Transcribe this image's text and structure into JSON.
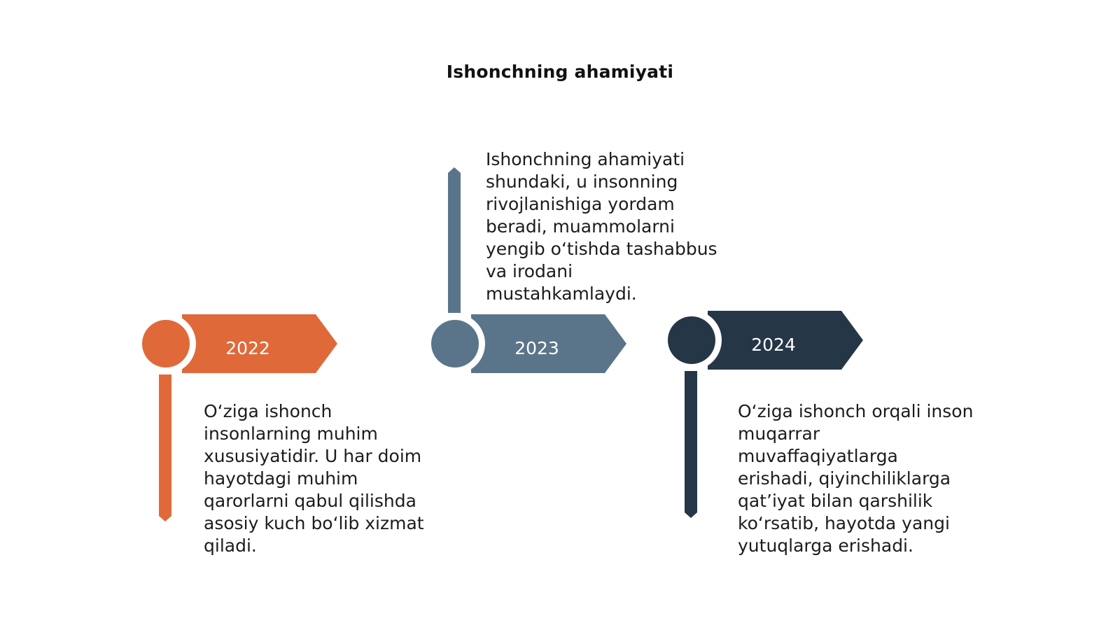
{
  "title": "Ishonchning ahamiyati",
  "timeline": [
    {
      "year": "2022",
      "color": "#E0693A",
      "text": "O‘ziga ishonch\ninsonlarning muhim\nxususiyatidir. U har doim\nhayotdagi muhim\nqarorlarni qabul qilishda\nasosiy kuch bo‘lib xizmat\nqiladi."
    },
    {
      "year": "2023",
      "color": "#5A7589",
      "text": "Ishonchning ahamiyati\nshundaki, u insonning\nrivojlanishiga yordam\nberadi, muammolarni\nyengib o‘tishda tashabbus\nva irodani\nmustahkamlaydi."
    },
    {
      "year": "2024",
      "color": "#253647",
      "text": "O‘ziga ishonch orqali inson\nmuqarrar\nmuvaffaqiyatlarga\nerishadi, qiyinchiliklarga\nqat’iyat bilan qarshilik\nko‘rsatib, hayotda yangi\nyutuqlarga erishadi."
    }
  ]
}
